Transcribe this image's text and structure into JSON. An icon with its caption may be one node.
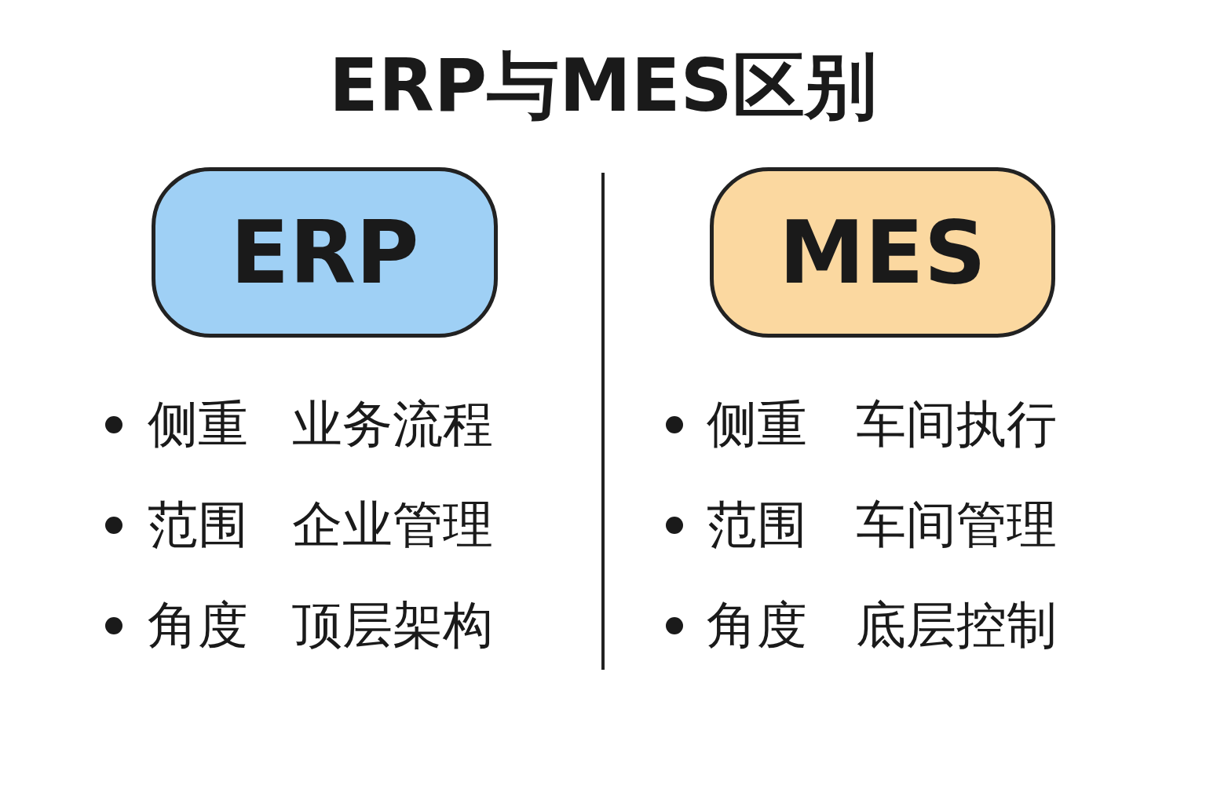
{
  "diagram": {
    "title": "ERP与MES区别",
    "nodes": [
      {
        "text": [
          "ERP"
        ]
      },
      {
        "text": [
          "MES"
        ]
      }
    ],
    "labels": [
      "侧重",
      "业务流程",
      "范围",
      "企业管理",
      "角度",
      "顶层架构",
      "侧重",
      "车间执行",
      "范围",
      "车间管理",
      "角度",
      "底层控制"
    ]
  }
}
